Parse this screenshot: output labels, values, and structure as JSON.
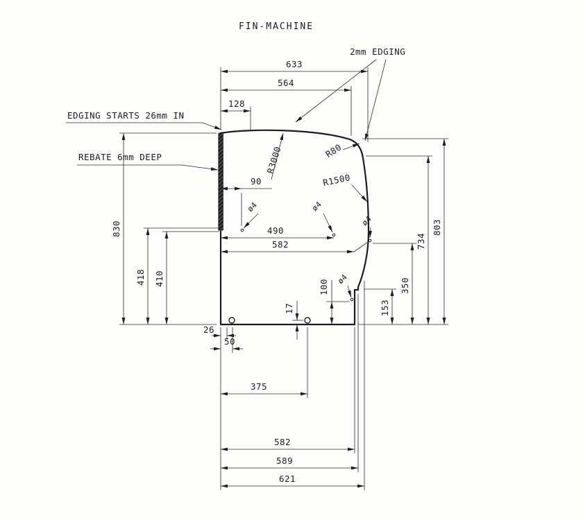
{
  "title": "FIN-MACHINE",
  "colors": {
    "ink": "#1c1c1c",
    "paper": "#fdfdfc"
  },
  "labels": {
    "edging": "2mm EDGING",
    "edging_starts": "EDGING STARTS 26mm IN",
    "rebate": "REBATE 6mm DEEP"
  },
  "dims": {
    "d633": "633",
    "d564": "564",
    "d128": "128",
    "d830": "830",
    "d418": "418",
    "d410": "410",
    "d90": "90",
    "r3000": "R3000",
    "r80": "R80",
    "r1500": "R1500",
    "dia": "ø4",
    "d490": "490",
    "d582_mid": "582",
    "d734": "734",
    "d803": "803",
    "d350": "350",
    "d153": "153",
    "d100": "100",
    "d17": "17",
    "d26": "26",
    "d50": "50",
    "d375": "375",
    "d582_bottom": "582",
    "d589": "589",
    "d621": "621"
  }
}
